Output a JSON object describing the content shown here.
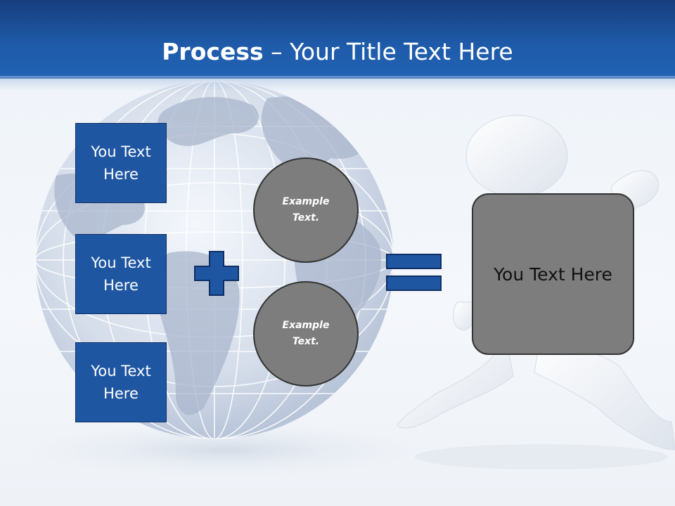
{
  "slide": {
    "title_bold": "Process",
    "title_rest": " – Your Title Text Here",
    "left_boxes": [
      {
        "label": "You Text\nHere"
      },
      {
        "label": "You Text\nHere"
      },
      {
        "label": "You Text\nHere"
      }
    ],
    "circles": [
      {
        "label": "Example\nText."
      },
      {
        "label": "Example\nText."
      }
    ],
    "result_label": "You Text Here"
  },
  "colors": {
    "header_blue": "#1e5aa8",
    "box_blue": "#1f56a2",
    "circle_gray": "#7d7d7d"
  },
  "icons": {
    "plus": "plus-icon",
    "equals": "equals-icon",
    "globe": "globe-icon",
    "figure": "running-figure-icon"
  }
}
